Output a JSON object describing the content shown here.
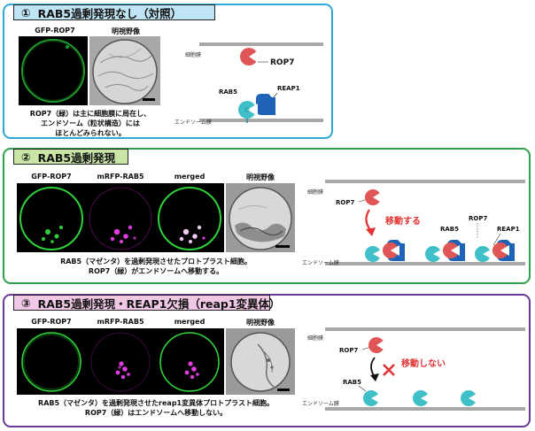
{
  "colors": {
    "panel1_border": "#2fa9d6",
    "panel2_border": "#2ea24e",
    "panel3_border": "#6a3a98",
    "rop7": "#e05555",
    "rab5": "#3fc0c8",
    "reap1": "#1f63b8",
    "arrow": "#e33333"
  },
  "panel1": {
    "header_num": "①",
    "header_text": "RAB5過剰発現なし（対照）",
    "images": [
      {
        "label": "GFP-ROP7"
      },
      {
        "label": "明視野像"
      }
    ],
    "caption": [
      "ROP7（緑）は主に細胞膜に局在し、",
      "エンドソーム（粒状構造）には",
      "ほとんどみられない。"
    ],
    "diagram": {
      "plasma_membrane": "細胞膜",
      "rop7": "ROP7",
      "rab5": "RAB5",
      "reap1": "REAP1",
      "endosome_membrane": "エンドソーム膜"
    }
  },
  "panel2": {
    "header_num": "②",
    "header_text": "RAB5過剰発現",
    "images": [
      {
        "label": "GFP-ROP7"
      },
      {
        "label": "mRFP-RAB5"
      },
      {
        "label": "merged"
      },
      {
        "label": "明視野像"
      }
    ],
    "caption": [
      "RAB5（マゼンタ）を過剰発現させたプロトプラスト細胞。",
      "ROP7（緑）がエンドソームへ移動する。"
    ],
    "diagram": {
      "plasma_membrane": "細胞膜",
      "rop7": "ROP7",
      "move_text": "移動する",
      "rab5": "RAB5",
      "rop7_b": "ROP7",
      "reap1": "REAP1",
      "endosome_membrane": "エンドソーム膜"
    }
  },
  "panel3": {
    "header_num": "③",
    "header_text": "RAB5過剰発現・REAP1欠損（reap1変異体）",
    "images": [
      {
        "label": "GFP-ROP7"
      },
      {
        "label": "mRFP-RAB5"
      },
      {
        "label": "merged"
      },
      {
        "label": "明視野像"
      }
    ],
    "caption": [
      "RAB5（マゼンタ）を過剰発現させたreap1変異体プロトプラスト細胞。",
      "ROP7（緑）はエンドソームへ移動しない。"
    ],
    "diagram": {
      "plasma_membrane": "細胞膜",
      "rop7": "ROP7",
      "no_move_text": "移動しない",
      "rab5": "RAB5",
      "endosome_membrane": "エンドソーム膜"
    }
  }
}
